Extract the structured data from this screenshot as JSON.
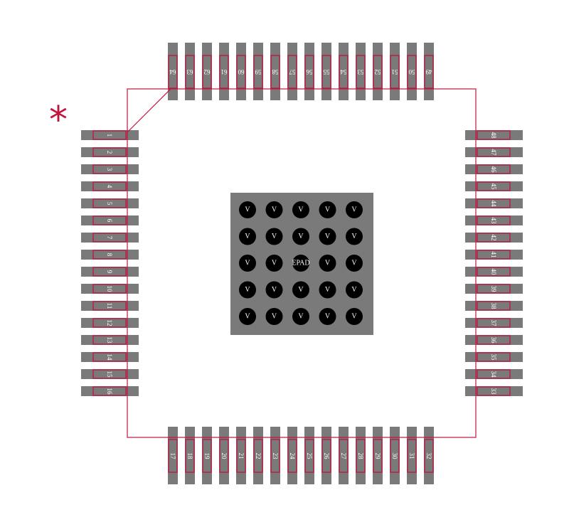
{
  "colors": {
    "pad": "#7a7a7a",
    "pad_outline": "#c0143c",
    "outline": "#c0143c",
    "via": "#000000",
    "label": "#ffffff",
    "background": "#ffffff"
  },
  "pin1_marker": "*",
  "pins": {
    "left": [
      "1",
      "2",
      "3",
      "4",
      "5",
      "6",
      "7",
      "8",
      "9",
      "10",
      "11",
      "12",
      "13",
      "14",
      "15",
      "16"
    ],
    "bottom": [
      "17",
      "18",
      "19",
      "20",
      "21",
      "22",
      "23",
      "24",
      "25",
      "26",
      "27",
      "28",
      "29",
      "30",
      "31",
      "32"
    ],
    "right": [
      "33",
      "34",
      "35",
      "36",
      "37",
      "38",
      "39",
      "40",
      "41",
      "42",
      "43",
      "44",
      "45",
      "46",
      "47",
      "48"
    ],
    "top": [
      "49",
      "50",
      "51",
      "52",
      "53",
      "54",
      "55",
      "56",
      "57",
      "58",
      "59",
      "60",
      "61",
      "62",
      "63",
      "64"
    ]
  },
  "exposed_pad": {
    "label": "EPAD",
    "via_label": "V",
    "rows": 5,
    "cols": 5
  }
}
